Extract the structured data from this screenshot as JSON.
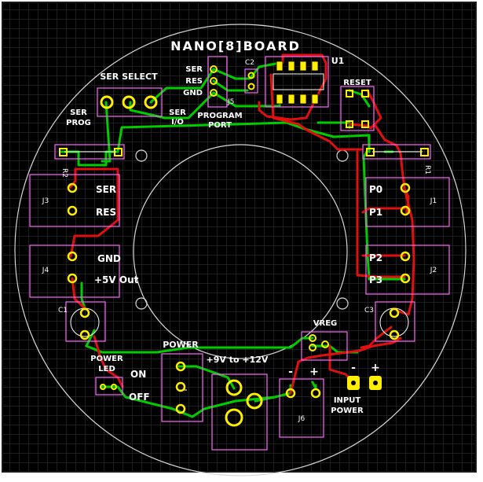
{
  "title": "NANO[8]BOARD",
  "colors": {
    "background": "#000000",
    "grid": "#3a3a3a",
    "outline": "#d8d8d8",
    "silk": "#ff66ff",
    "trace_green": "#00cc00",
    "trace_red": "#e01010",
    "pad": "#ffee00"
  },
  "labels": {
    "ser_select": "SER  SELECT",
    "ser_prog_1": "SER",
    "ser_prog_2": "PROG",
    "ser_io_1": "SER",
    "ser_io_2": "I/O",
    "ser": "SER",
    "res": "RES",
    "gnd": "GND",
    "program_port_1": "PROGRAM",
    "program_port_2": "PORT",
    "c2": "C2",
    "u1": "U1",
    "reset": "RESET",
    "j5": "J5",
    "r2": "R2",
    "r1": "R1",
    "j3": "J3",
    "j3_ser": "SER",
    "j3_res": "RES",
    "j4": "J4",
    "j4_gnd": "GND",
    "j4_5v": "+5V Out",
    "j1": "J1",
    "p0": "P0",
    "p1": "P1",
    "j2": "J2",
    "p2": "P2",
    "p3": "P3",
    "c1": "C1",
    "c3": "C3",
    "vreg": "VREG",
    "power": "POWER",
    "power_led_1": "POWER",
    "power_led_2": "LED",
    "on": "ON",
    "off": "OFF",
    "voltage": "+9V to +12V",
    "minus_1": "-",
    "plus_1": "+",
    "minus_2": "-",
    "plus_2": "+",
    "j6": "J6",
    "input_power_1": "INPUT",
    "input_power_2": "POWER"
  }
}
